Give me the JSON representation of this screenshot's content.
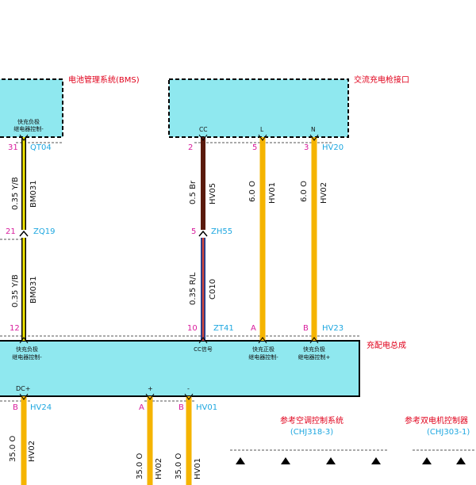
{
  "colors": {
    "connector_fill": "#8fe8ef",
    "orange_wire": "#f5b400",
    "yellow_wire": "#f2e600",
    "brown_wire": "#5a1a0d",
    "red_blue_wire": "#b04a7a",
    "title_red": "#e0001b",
    "pin_magenta": "#d81b9c",
    "id_cyan": "#1ea7e0"
  },
  "bms": {
    "title": "电池管理系统(BMS)",
    "pin_label_line1": "快充负极",
    "pin_label_line2": "继电器控制-",
    "pin_no": "31",
    "conn_id": "QT04",
    "wire_spec": "0.35 Y/B",
    "wire_code": "BM031"
  },
  "inline1": {
    "pin_no": "21",
    "conn_id": "ZQ19"
  },
  "bms_lower_wire": {
    "wire_spec": "0.35 Y/B",
    "wire_code": "BM031",
    "pin_no": "12"
  },
  "ac_port": {
    "title": "交流充电枪接口",
    "pins": [
      {
        "label": "CC",
        "pin_no": "2",
        "wire_spec": "0.5 Br",
        "wire_code": "HV05"
      },
      {
        "label": "L",
        "pin_no": "5",
        "wire_spec": "6.0 O",
        "wire_code": "HV01"
      },
      {
        "label": "N",
        "pin_no": "3",
        "wire_spec": "6.0 O",
        "wire_code": "HV02"
      }
    ],
    "conn_id": "HV20"
  },
  "inline2": {
    "pin_no": "5",
    "conn_id": "ZH55",
    "wire_spec": "0.35 R/L",
    "wire_code": "C010"
  },
  "pdu": {
    "title": "充配电总成",
    "top_pins": [
      {
        "pin_no": "12",
        "label_line1": "快充负极",
        "label_line2": "继电器控制-"
      },
      {
        "pin_no": "10",
        "label_line1": "CC信号",
        "label_line2": ""
      },
      {
        "pin_no": "A",
        "label_line1": "快充正极",
        "label_line2": "继电器控制-"
      },
      {
        "pin_no": "B",
        "label_line1": "快充负极",
        "label_line2": "继电器控制+"
      }
    ],
    "top_conn_a": "ZT41",
    "top_conn_b": "HV23",
    "dc_label": "DC+",
    "plus_label": "+",
    "minus_label": "-",
    "bottom_pins": [
      {
        "pin_no": "B",
        "conn_id": "HV24",
        "wire_spec": "35.0 O",
        "wire_code": "HV02"
      },
      {
        "pin_no": "A",
        "wire_spec": "35.0 O",
        "wire_code": "HV02"
      },
      {
        "pin_no": "B",
        "conn_id": "HV01",
        "wire_spec": "35.0 O",
        "wire_code": "HV01"
      }
    ]
  },
  "refs": [
    {
      "title": "参考空调控制系统",
      "code": "(CHJ318-3)"
    },
    {
      "title": "参考双电机控制器",
      "code": "(CHJ303-1)"
    }
  ]
}
